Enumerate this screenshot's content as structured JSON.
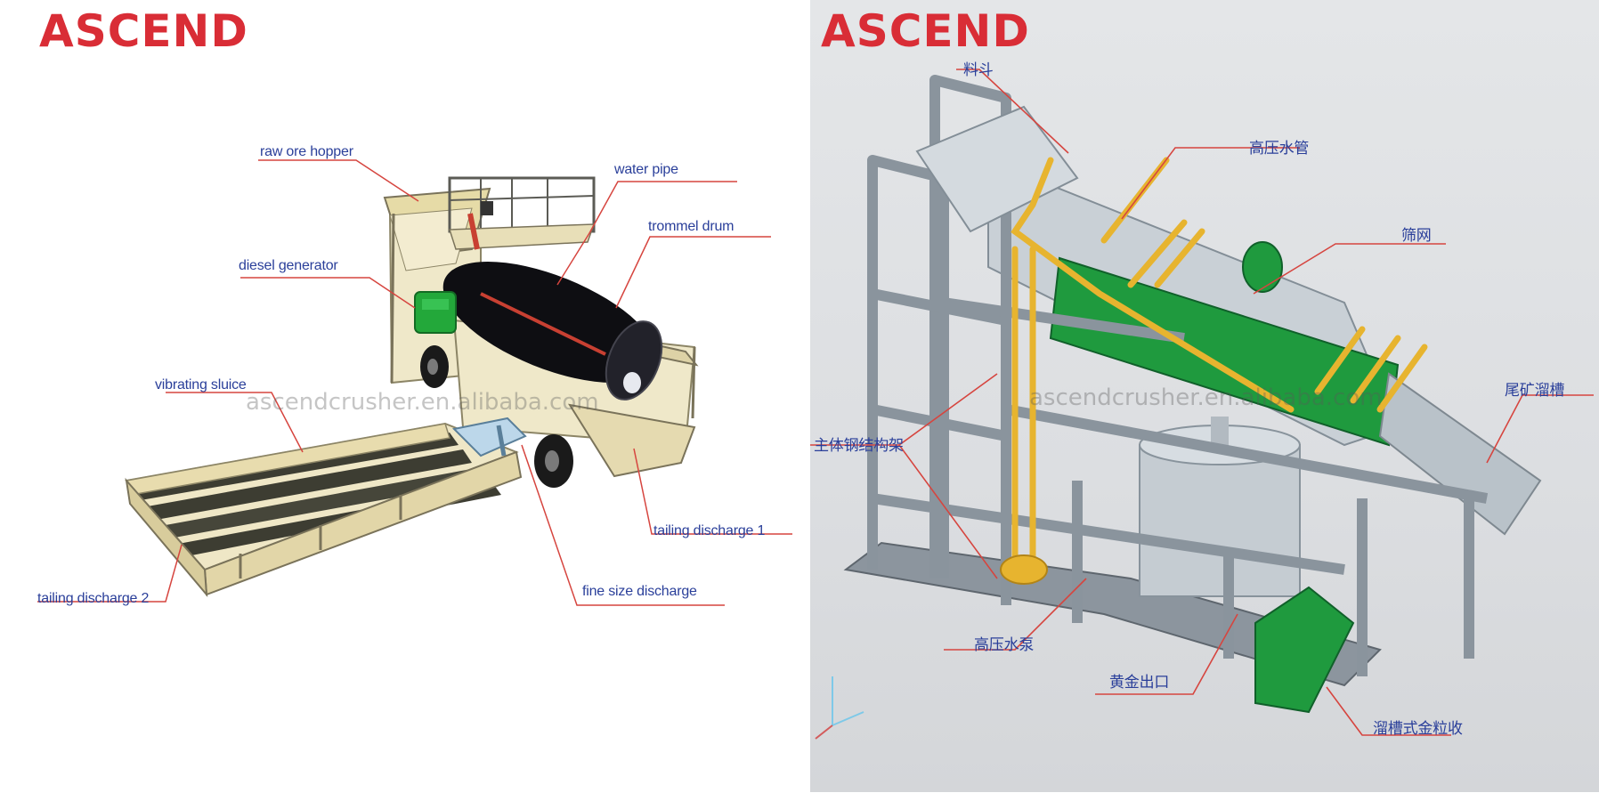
{
  "left_panel": {
    "brand": "ASCEND",
    "watermark": "ascendcrusher.en.alibaba.com",
    "labels": {
      "raw_ore_hopper": "raw ore hopper",
      "water_pipe": "water pipe",
      "trommel_drum": "trommel drum",
      "diesel_generator": "diesel generator",
      "vibrating_sluice": "vibrating sluice",
      "tailing_discharge_1": "tailing discharge 1",
      "tailing_discharge_2": "tailing discharge 2",
      "fine_size_discharge": "fine size discharge"
    }
  },
  "right_panel": {
    "brand": "ASCEND",
    "watermark": "ascendcrusher.en.alibaba.com",
    "labels": {
      "top": "料斗",
      "water_pipe": "高压水管",
      "screen": "筛网",
      "left_frame": "主体钢结构架",
      "right_chute": "尾矿溜槽",
      "pump": "高压水泵",
      "gold_outlet": "黄金出口",
      "gold_sluice": "溜槽式金粒收"
    }
  },
  "colors": {
    "brand": "#d92d36",
    "label_text": "#2a3f9a",
    "leader_line": "#d6453f",
    "frame_cream": "#eee6c4",
    "drum_black": "#0e0e12",
    "generator_green": "#23a83a",
    "frame_gray": "#9aa4ae",
    "pipe_yellow": "#e7b42f",
    "panel_green": "#1f9a3e"
  }
}
